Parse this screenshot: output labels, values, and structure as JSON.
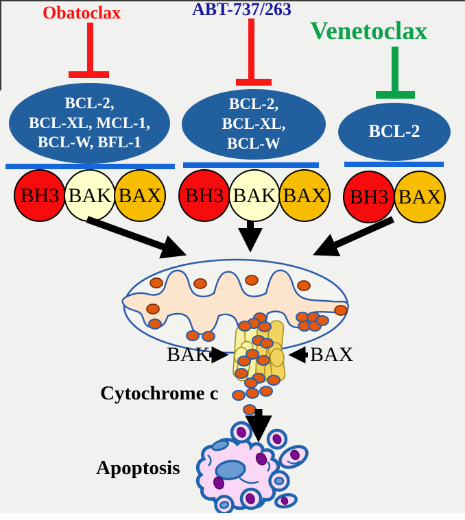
{
  "drugs": [
    {
      "label": "Obatoclax",
      "color": "#fb0f0f"
    },
    {
      "label": "ABT-737/263",
      "color": "#19199b"
    },
    {
      "label": "Venetoclax",
      "color": "#0da14a"
    }
  ],
  "complexes": [
    {
      "lines": [
        "BCL-2,",
        "BCL-XL, MCL-1,",
        "BCL-W, BFL-1"
      ],
      "proteins": [
        "BH3",
        "BAK",
        "BAX"
      ]
    },
    {
      "lines": [
        "BCL-2,",
        "BCL-XL,",
        "BCL-W"
      ],
      "proteins": [
        "BH3",
        "BAK",
        "BAX"
      ]
    },
    {
      "lines": [
        "BCL-2"
      ],
      "proteins": [
        "BH3",
        "BAX"
      ]
    }
  ],
  "pore": {
    "bak_label": "BAK",
    "bax_label": "BAX"
  },
  "labels": {
    "cytochrome_c": "Cytochrome c",
    "apoptosis": "Apoptosis"
  },
  "colors": {
    "background": "#f1f1ef",
    "drug_obatoclax_red": "#fb0f0f",
    "drug_abt_navy": "#19199b",
    "drug_venetoclax_green": "#0da14a",
    "inhibitor_bar_red": "#f91616",
    "inhibitor_bar_green": "#0da14a",
    "bcl2_ellipse_blue": "#215f9e",
    "membrane_bar_blue": "#1566d8",
    "bh3_circle_red": "#f60c0c",
    "bak_circle_pale_yellow": "#ffffca",
    "bax_circle_gold": "#f7bd00",
    "cytochrome_dot_orange": "#e2590e",
    "mitochondrion_outline_blue": "#2a5caa",
    "cristae_peach": "#fce4cd",
    "pore_pale_yellow": "#f8f1a6",
    "pore_gold": "#f1d35e",
    "apoptotic_cell_pink": "#f9d7f5",
    "apoptotic_outline_blue": "#1d64ad",
    "nucleus_blue": "#6b9bd2",
    "nuclear_fragment_purple": "#7c0b8e",
    "arrow_black": "#000000"
  }
}
